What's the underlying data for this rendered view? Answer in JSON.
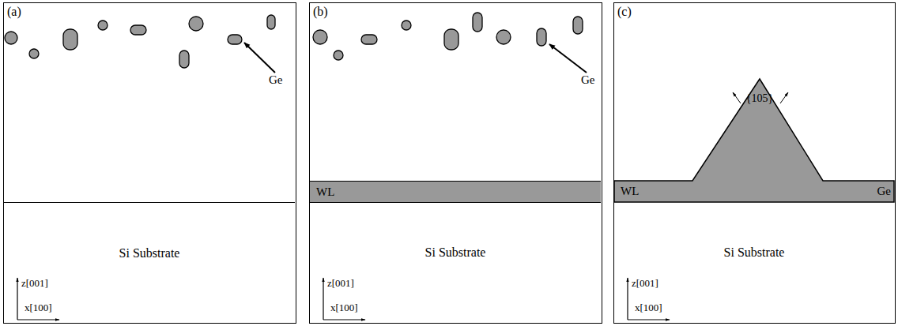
{
  "diagram": {
    "nodes": [
      {
        "text": [
          "(a)"
        ]
      },
      {
        "text": [
          "Si Substrate"
        ],
        "in": 0
      },
      {
        "text": [
          "(b)"
        ]
      },
      {
        "text": [
          "WL"
        ],
        "in": 2
      },
      {
        "text": [
          "Si Substrate"
        ],
        "in": 2
      },
      {
        "text": [
          "(c)"
        ]
      },
      {
        "text": [
          "WL",
          "{105}",
          "Ge"
        ],
        "in": 5
      },
      {
        "text": [
          "Si Substrate"
        ],
        "in": 5
      }
    ],
    "labels": [
      "Ge",
      "z[001]",
      "x[100]",
      "Ge",
      "z[001]",
      "x[100]",
      "z[001]",
      "x[100]"
    ]
  }
}
